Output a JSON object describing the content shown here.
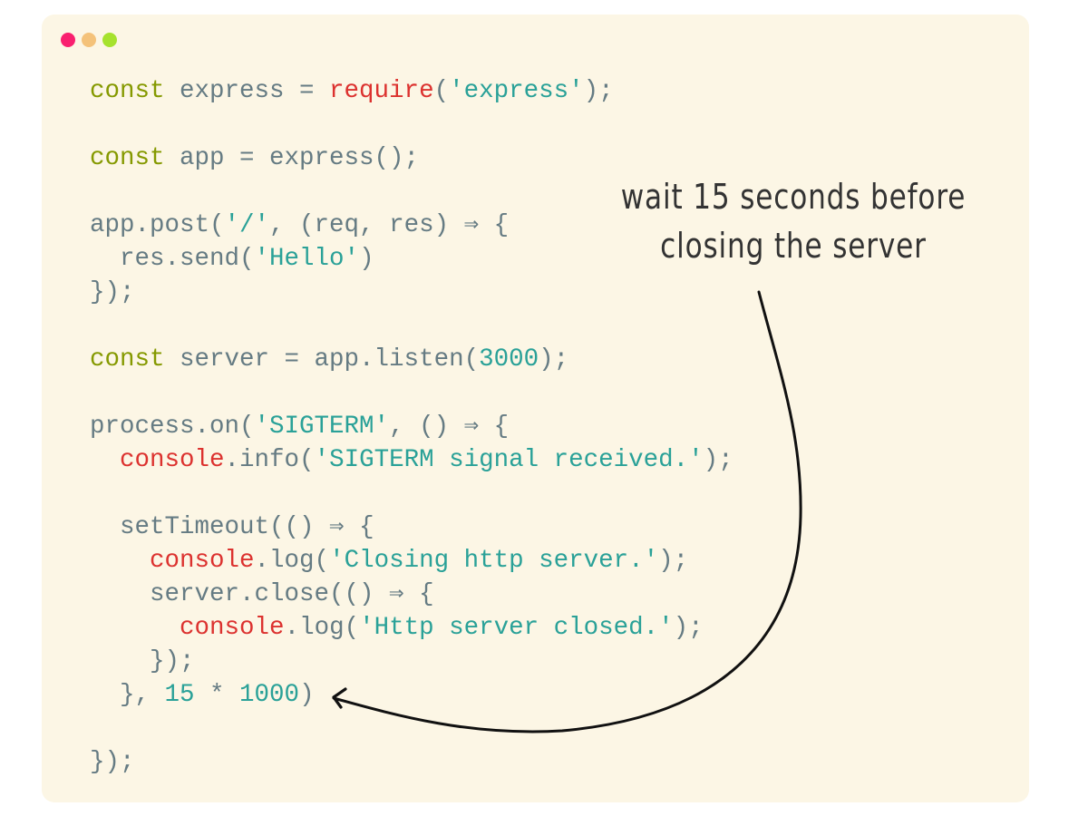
{
  "window": {
    "background": "#fcf6e5",
    "controls": [
      {
        "name": "close",
        "color": "#f9206f"
      },
      {
        "name": "minimize",
        "color": "#f4c27a"
      },
      {
        "name": "maximize",
        "color": "#a6e22e"
      }
    ]
  },
  "colors": {
    "default": "#657b83",
    "keyword": "#859900",
    "function": "#dc322f",
    "string": "#2aa198",
    "number": "#2aa198",
    "annotation": "#333333",
    "arrow": "#111111"
  },
  "code": {
    "language": "javascript",
    "lines": [
      [
        {
          "t": "kw",
          "v": "const"
        },
        {
          "t": "p",
          "v": " express = "
        },
        {
          "t": "fn",
          "v": "require"
        },
        {
          "t": "p",
          "v": "("
        },
        {
          "t": "str",
          "v": "'express'"
        },
        {
          "t": "p",
          "v": ");"
        }
      ],
      [],
      [
        {
          "t": "kw",
          "v": "const"
        },
        {
          "t": "p",
          "v": " app = express();"
        }
      ],
      [],
      [
        {
          "t": "p",
          "v": "app.post("
        },
        {
          "t": "str",
          "v": "'/'"
        },
        {
          "t": "p",
          "v": ", (req, res) ⇒ {"
        }
      ],
      [
        {
          "t": "p",
          "v": "  res.send("
        },
        {
          "t": "str",
          "v": "'Hello'"
        },
        {
          "t": "p",
          "v": ")"
        }
      ],
      [
        {
          "t": "p",
          "v": "});"
        }
      ],
      [],
      [
        {
          "t": "kw",
          "v": "const"
        },
        {
          "t": "p",
          "v": " server = app.listen("
        },
        {
          "t": "num",
          "v": "3000"
        },
        {
          "t": "p",
          "v": ");"
        }
      ],
      [],
      [
        {
          "t": "p",
          "v": "process.on("
        },
        {
          "t": "str",
          "v": "'SIGTERM'"
        },
        {
          "t": "p",
          "v": ", () ⇒ {"
        }
      ],
      [
        {
          "t": "p",
          "v": "  "
        },
        {
          "t": "fn",
          "v": "console"
        },
        {
          "t": "p",
          "v": ".info("
        },
        {
          "t": "str",
          "v": "'SIGTERM signal received.'"
        },
        {
          "t": "p",
          "v": ");"
        }
      ],
      [],
      [
        {
          "t": "p",
          "v": "  setTimeout(() ⇒ {"
        }
      ],
      [
        {
          "t": "p",
          "v": "    "
        },
        {
          "t": "fn",
          "v": "console"
        },
        {
          "t": "p",
          "v": ".log("
        },
        {
          "t": "str",
          "v": "'Closing http server.'"
        },
        {
          "t": "p",
          "v": ");"
        }
      ],
      [
        {
          "t": "p",
          "v": "    server.close(() ⇒ {"
        }
      ],
      [
        {
          "t": "p",
          "v": "      "
        },
        {
          "t": "fn",
          "v": "console"
        },
        {
          "t": "p",
          "v": ".log("
        },
        {
          "t": "str",
          "v": "'Http server closed.'"
        },
        {
          "t": "p",
          "v": ");"
        }
      ],
      [
        {
          "t": "p",
          "v": "    });"
        }
      ],
      [
        {
          "t": "p",
          "v": "  }, "
        },
        {
          "t": "num",
          "v": "15"
        },
        {
          "t": "p",
          "v": " * "
        },
        {
          "t": "num",
          "v": "1000"
        },
        {
          "t": "p",
          "v": ")"
        }
      ],
      [],
      [
        {
          "t": "p",
          "v": "});"
        }
      ]
    ]
  },
  "annotation": {
    "line1": "wait 15 seconds before",
    "line2": "closing the server",
    "arrow_icon": "curved-arrow-pointing-to-timeout"
  }
}
